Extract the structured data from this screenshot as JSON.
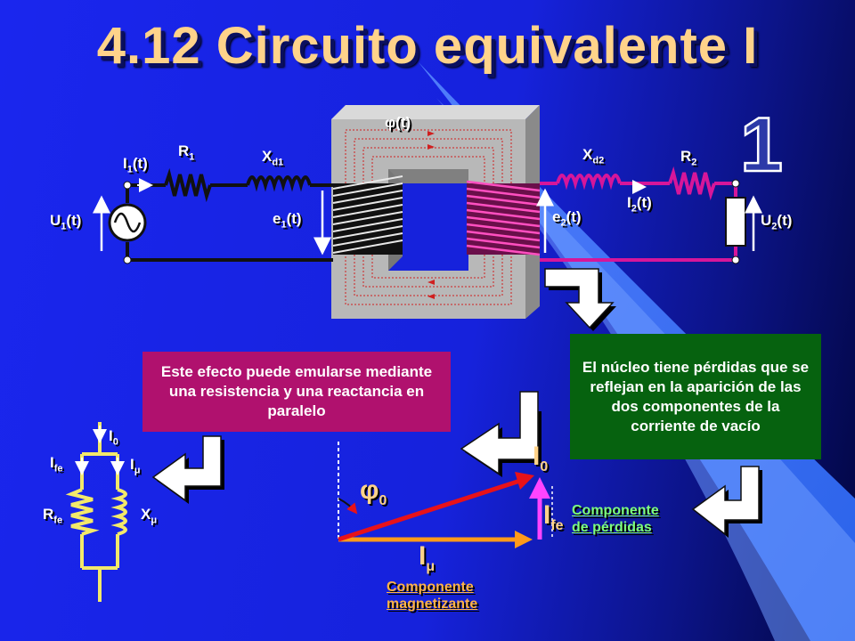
{
  "slide": {
    "title": "4.12 Circuito equivalente I",
    "number": "1"
  },
  "circuit": {
    "flux": "φ(t)",
    "i1": "I",
    "i1_sub": "1",
    "i1_suffix": "(t)",
    "r1": "R",
    "r1_sub": "1",
    "xd1": "X",
    "xd1_sub": "d1",
    "e1": "e",
    "e1_sub": "1",
    "e1_suffix": "(t)",
    "u1": "U",
    "u1_sub": "1",
    "u1_suffix": "(t)",
    "xd2": "X",
    "xd2_sub": "d2",
    "r2": "R",
    "r2_sub": "2",
    "i2": "I",
    "i2_sub": "2",
    "i2_suffix": "(t)",
    "e2": "e",
    "e2_sub": "2",
    "e2_suffix": "(t)",
    "u2": "U",
    "u2_sub": "2",
    "u2_suffix": "(t)"
  },
  "boxes": {
    "pink_text": "Este efecto puede emularse mediante una resistencia y una reactancia en paralelo",
    "green_text": "El núcleo tiene pérdidas que se reflejan en la aparición de las dos componentes de la corriente de vacío"
  },
  "parallel_circuit": {
    "i0": "I",
    "i0_sub": "0",
    "ife": "I",
    "ife_sub": "fe",
    "imu": "I",
    "imu_sub": "μ",
    "rfe": "R",
    "rfe_sub": "fe",
    "xmu": "X",
    "xmu_sub": "μ"
  },
  "phasor": {
    "phi0": "φ",
    "phi0_sub": "0",
    "i0": "I",
    "i0_sub": "0",
    "ife": "I",
    "ife_sub": "fe",
    "imu": "I",
    "imu_sub": "μ",
    "magnetizing_label_1": "Componente",
    "magnetizing_label_2": "magnetizante",
    "loss_label_1": "Componente",
    "loss_label_2": "de pérdidas"
  },
  "colors": {
    "background": "#1622dc",
    "title": "#ffd38a",
    "pink_box": "#b0116e",
    "green_box": "#06620f",
    "secondary_winding": "#d6169a",
    "phasor_i0": "#e8121a",
    "phasor_imu": "#ff9a1a",
    "phasor_ife": "#ff44ff",
    "parallel_wire": "#f3e96a"
  }
}
